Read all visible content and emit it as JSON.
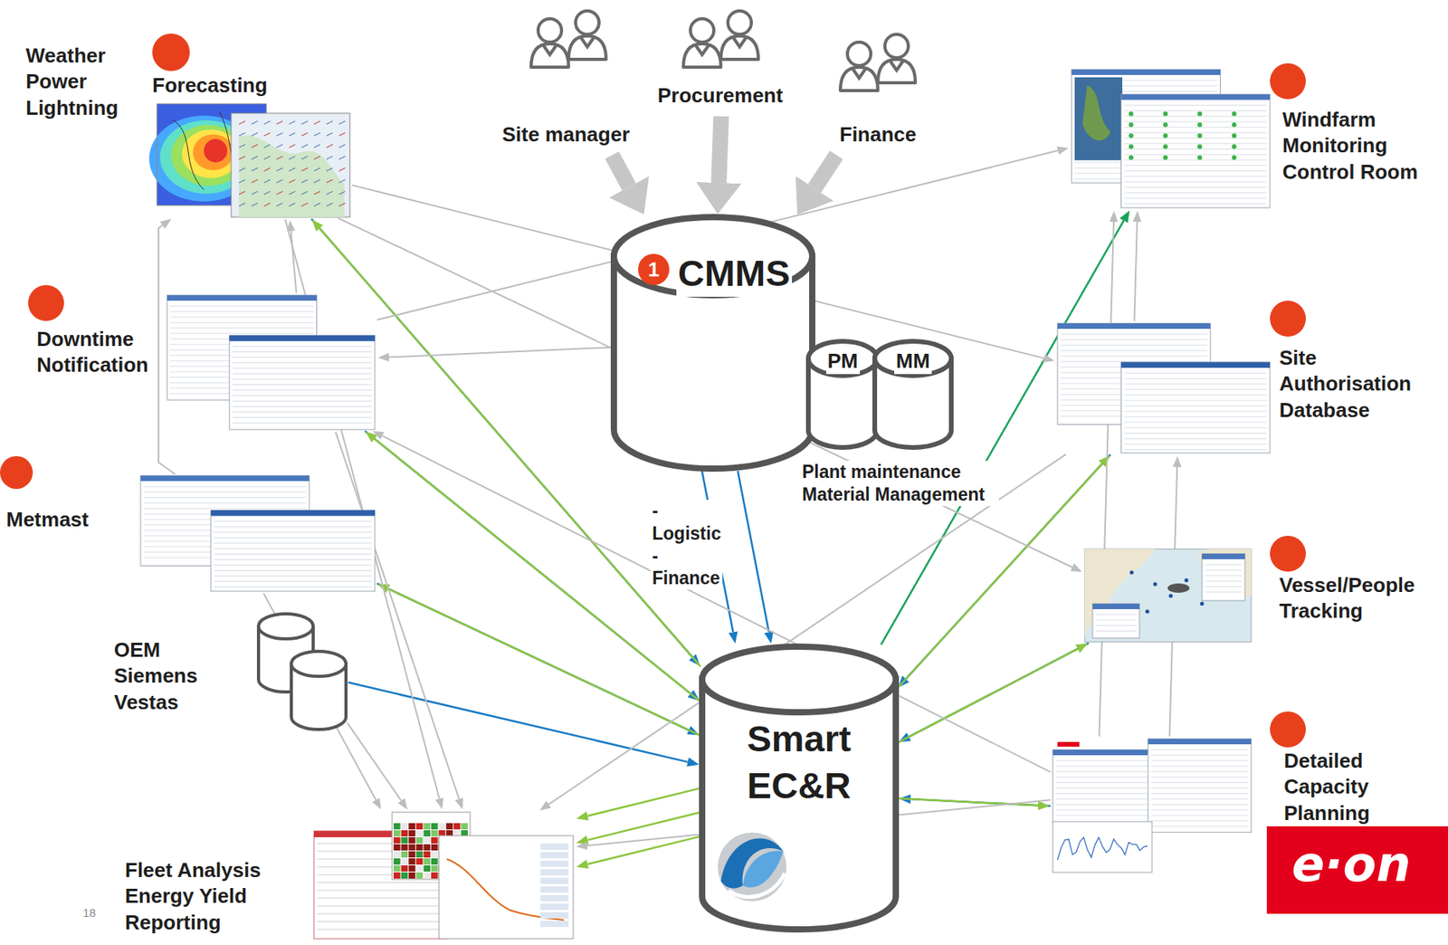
{
  "diagram": {
    "nodes": [
      {
        "text": [
          "Weather Power Lightning",
          "Forecasting"
        ]
      },
      {
        "text": [
          "Site manager"
        ]
      },
      {
        "text": [
          "Procurement"
        ]
      },
      {
        "text": [
          "Finance"
        ]
      },
      {
        "text": [
          "Windfarm Monitoring Control Room"
        ]
      },
      {
        "text": [
          "CMMS"
        ]
      },
      {
        "text": [
          "PM"
        ]
      },
      {
        "text": [
          "MM"
        ]
      },
      {
        "text": [
          "Downtime Notification"
        ]
      },
      {
        "text": [
          "Site Authorisation Database"
        ]
      },
      {
        "text": [
          "Metmast"
        ]
      },
      {
        "text": [
          "Vessel/People Tracking"
        ]
      },
      {
        "text": [
          "OEM Siemens Vestas"
        ]
      },
      {
        "text": [
          "Smart EC&R"
        ]
      },
      {
        "text": [
          "Detailed Capacity Planning"
        ]
      },
      {
        "text": [
          "Fleet Analysis Energy Yield Reporting"
        ]
      }
    ],
    "edges": [
      {
        "from": 1,
        "to": 5,
        "arrow": "to"
      },
      {
        "from": 2,
        "to": 5,
        "arrow": "to"
      },
      {
        "from": 3,
        "to": 5,
        "arrow": "to"
      },
      {
        "from": 0,
        "to": 13,
        "arrow": "to"
      },
      {
        "from": 8,
        "to": 13,
        "arrow": "to"
      },
      {
        "from": 10,
        "to": 13,
        "arrow": "to"
      },
      {
        "from": 12,
        "to": 13,
        "arrow": "to"
      },
      {
        "from": 9,
        "to": 13,
        "arrow": "to"
      },
      {
        "from": 11,
        "to": 13,
        "arrow": "to"
      },
      {
        "from": 14,
        "to": 13,
        "arrow": "to"
      },
      {
        "from": 5,
        "to": 13,
        "arrow": "to"
      },
      {
        "from": 5,
        "to": 13,
        "arrow": "to"
      },
      {
        "from": 13,
        "to": 0,
        "arrow": "to"
      },
      {
        "from": 13,
        "to": 8,
        "arrow": "to"
      },
      {
        "from": 13,
        "to": 10,
        "arrow": "to"
      },
      {
        "from": 13,
        "to": 4,
        "arrow": "to"
      },
      {
        "from": 13,
        "to": 9,
        "arrow": "to"
      },
      {
        "from": 13,
        "to": 11,
        "arrow": "to"
      },
      {
        "from": 13,
        "to": 14,
        "arrow": "to"
      },
      {
        "from": 13,
        "to": 15,
        "arrow": "to"
      },
      {
        "from": 13,
        "to": 15,
        "arrow": "to"
      },
      {
        "from": 13,
        "to": 15,
        "arrow": "to"
      },
      {
        "from": 8,
        "to": 0,
        "arrow": "to"
      },
      {
        "from": 10,
        "to": 0,
        "arrow": "to"
      },
      {
        "from": 0,
        "to": 9,
        "arrow": "to"
      },
      {
        "from": 0,
        "to": 11,
        "arrow": "to"
      },
      {
        "from": 0,
        "to": 15,
        "arrow": "to"
      },
      {
        "from": 8,
        "to": 4,
        "arrow": "to"
      },
      {
        "from": 5,
        "to": 8,
        "arrow": "to"
      },
      {
        "from": 10,
        "to": 15,
        "arrow": "to"
      },
      {
        "from": 12,
        "to": 15,
        "arrow": "to"
      },
      {
        "from": 9,
        "to": 4,
        "arrow": "to"
      },
      {
        "from": 14,
        "to": 9,
        "arrow": "to"
      },
      {
        "from": 14,
        "to": 4,
        "arrow": "to"
      },
      {
        "from": 14,
        "to": 8,
        "arrow": "to"
      },
      {
        "from": 14,
        "to": 15,
        "arrow": "to"
      },
      {
        "from": 9,
        "to": 15,
        "arrow": "to"
      },
      {
        "from": 8,
        "to": 15,
        "arrow": "to"
      }
    ],
    "labels": [
      "1",
      "Plant maintenance Material Management",
      "-Logistic -Finance",
      "18",
      "e·on"
    ]
  }
}
